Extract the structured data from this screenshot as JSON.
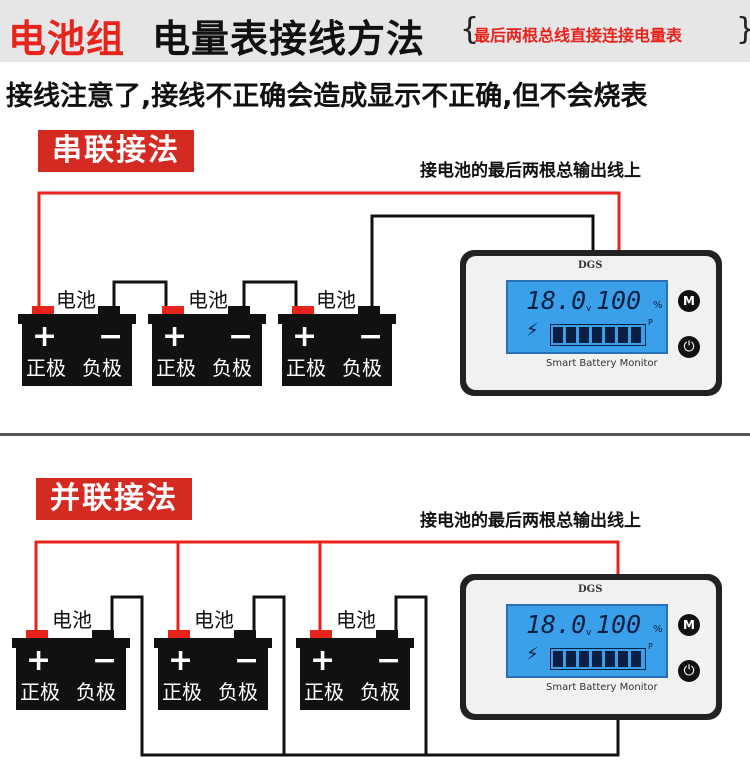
{
  "header": {
    "title_red": "电池组",
    "title_black": "电量表接线方法",
    "subtitle": "最后两根总线直接连接电量表"
  },
  "warning": "接线注意了,接线不正确会造成显示不正确,但不会烧表",
  "series": {
    "label": "串联接法",
    "note": "接电池的最后两根总输出线上"
  },
  "parallel": {
    "label": "并联接法",
    "note": "接电池的最后两根总输出线上"
  },
  "battery": {
    "label": "电池",
    "positive": "正极",
    "negative": "负极",
    "plus": "+",
    "minus": "−"
  },
  "monitor": {
    "brand": "DGS",
    "voltage": "18.0",
    "voltage_unit": "v",
    "percent": "100",
    "percent_unit": "%",
    "button_mode": "M",
    "caption": "Smart Battery Monitor"
  },
  "colors": {
    "positive_wire": "#e8231c",
    "negative_wire": "#111111",
    "label_bg": "#d42a22",
    "lcd": "#3aa0ea"
  }
}
